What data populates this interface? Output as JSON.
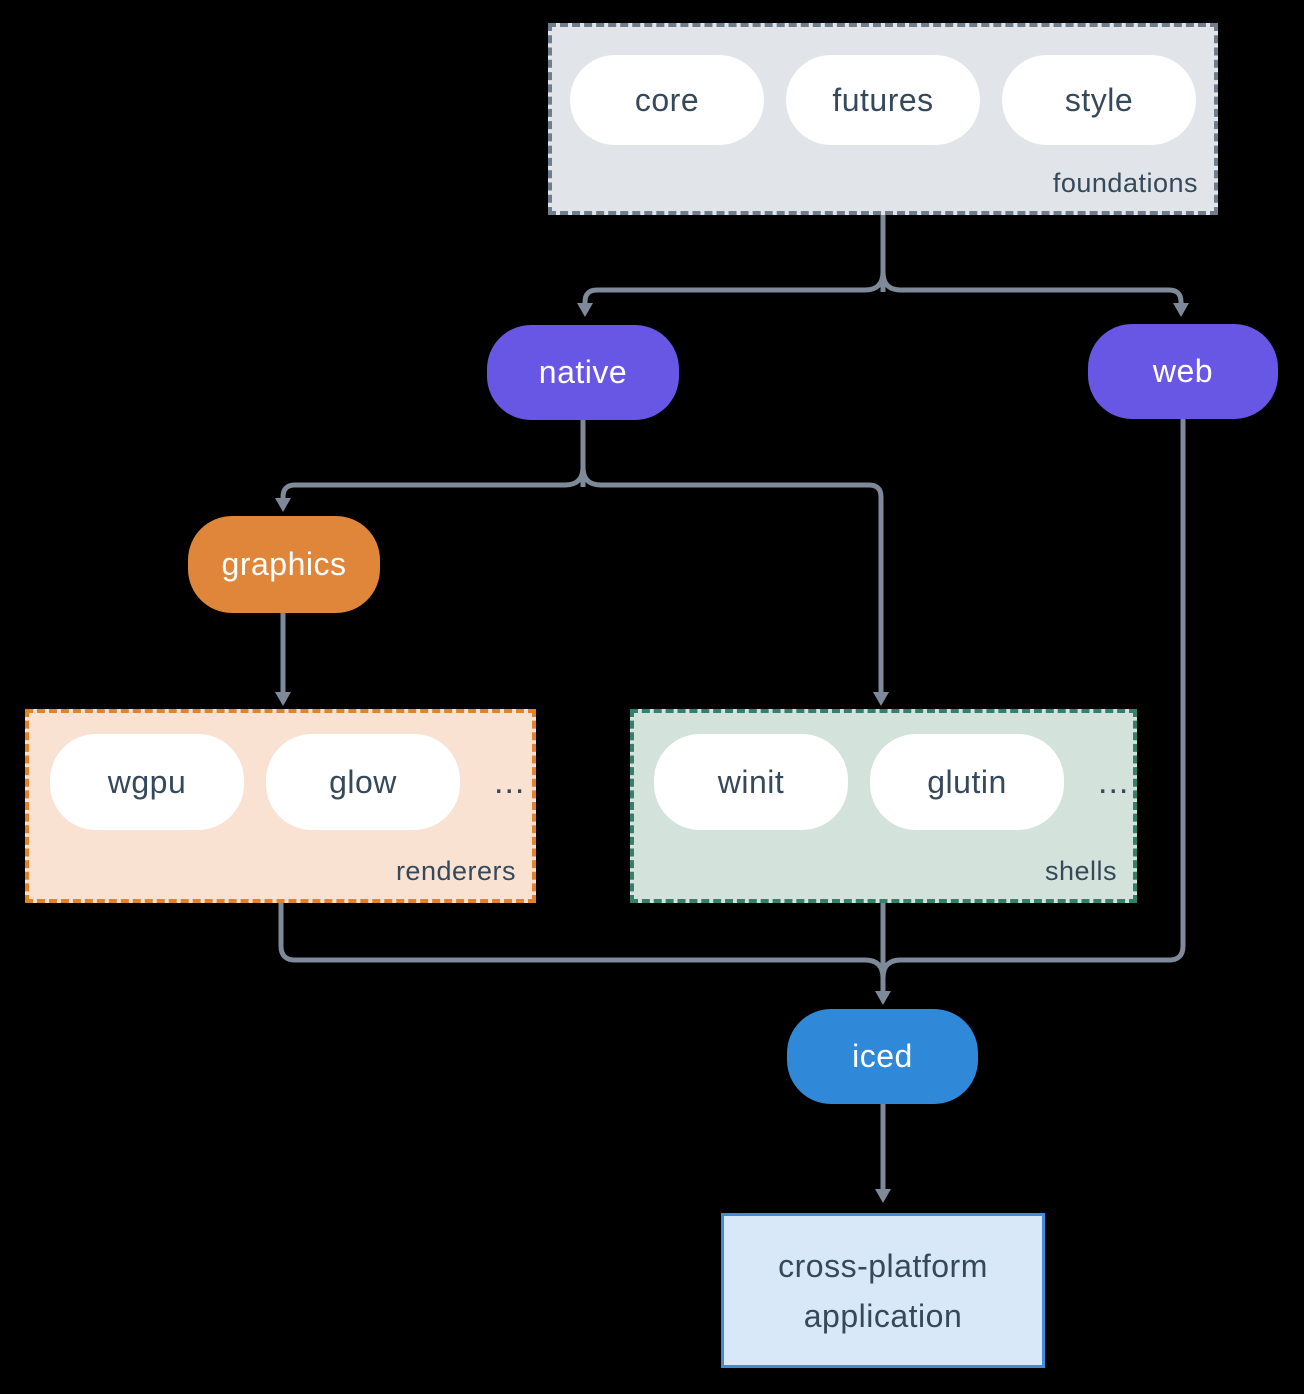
{
  "colors": {
    "background": "#000000",
    "connector": "#7e8a99",
    "node_text_dark": "#36495a",
    "node_text_light": "#ffffff",
    "purple": "#6857e5",
    "orange": "#e0863b",
    "blue": "#2f89d8",
    "foundations_fill": "#e1e5e9",
    "foundations_border": "#6f7d8c",
    "renderers_fill": "#f9e2d2",
    "renderers_border": "#e0832c",
    "shells_fill": "#d3e2db",
    "shells_border": "#35806d",
    "application_fill": "#d8e8f9",
    "application_border": "#3c8edb",
    "pill_fill": "#ffffff"
  },
  "groups": {
    "foundations": {
      "label": "foundations",
      "pills": [
        "core",
        "futures",
        "style"
      ]
    },
    "renderers": {
      "label": "renderers",
      "pills": [
        "wgpu",
        "glow"
      ],
      "ellipsis": "..."
    },
    "shells": {
      "label": "shells",
      "pills": [
        "winit",
        "glutin"
      ],
      "ellipsis": "..."
    }
  },
  "nodes": {
    "native": "native",
    "web": "web",
    "graphics": "graphics",
    "iced": "iced",
    "application": "cross-platform application"
  }
}
